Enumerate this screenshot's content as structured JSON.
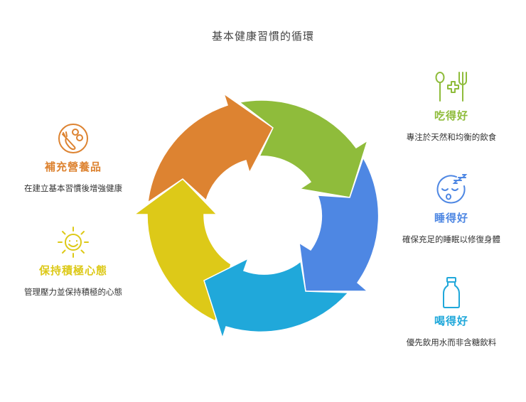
{
  "title": "基本健康習慣的循環",
  "colors": {
    "orange": "#DD8331",
    "green": "#8FBC3B",
    "blue": "#4E87E3",
    "cyan": "#20A8DA",
    "yellow": "#DDC918"
  },
  "items": [
    {
      "id": "eat",
      "icon": "spoon-fork-health-icon",
      "heading": "吃得好",
      "description": "專注於天然和均衡的飲食",
      "color": "#8FBC3B"
    },
    {
      "id": "sleep",
      "icon": "sleeping-face-icon",
      "heading": "睡得好",
      "description": "確保充足的睡眠以修復身體",
      "color": "#4E87E3"
    },
    {
      "id": "drink",
      "icon": "bottle-icon",
      "heading": "喝得好",
      "description": "優先飲用水而非含糖飲料",
      "color": "#20A8DA"
    },
    {
      "id": "supplement",
      "icon": "carrot-vegetables-icon",
      "heading": "補充營養品",
      "description": "在建立基本習慣後增強健康",
      "color": "#DD8331"
    },
    {
      "id": "mindset",
      "icon": "smiling-sun-icon",
      "heading": "保持積極心態",
      "description": "管理壓力並保持積極的心態",
      "color": "#DDC918"
    }
  ]
}
